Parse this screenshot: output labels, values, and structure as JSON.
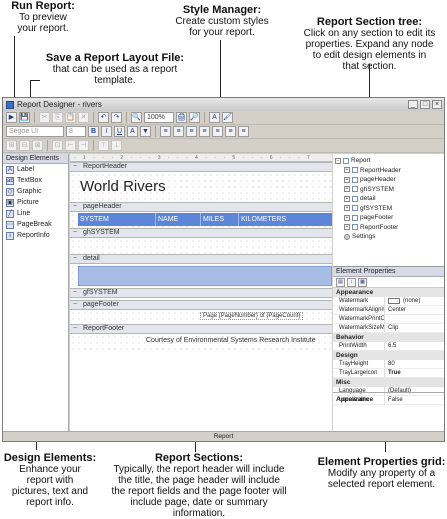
{
  "callouts": {
    "run_report": {
      "title": "Run Report:",
      "lines": [
        "To preview",
        "your report."
      ]
    },
    "style_manager": {
      "title": "Style Manager:",
      "lines": [
        "Create custom styles",
        "for your report."
      ]
    },
    "report_section_tree": {
      "title": "Report Section tree:",
      "lines": [
        "Click on any section to edit its",
        "properties.  Expand any node",
        "to edit design elements in",
        "that section."
      ]
    },
    "save_layout": {
      "title": "Save a Report Layout File:",
      "lines": [
        "that can be used as a report",
        "template."
      ]
    },
    "design_elements": {
      "title": "Design Elements:",
      "lines": [
        "Enhance your",
        "report with",
        "pictures, text and",
        "report info."
      ]
    },
    "report_sections": {
      "title": "Report Sections:",
      "lines": [
        "Typically, the report header will include",
        "the title, the page header will include",
        "the report fields and the page footer will",
        "include page, date or summary",
        "information."
      ]
    },
    "element_properties": {
      "title": "Element Properties grid:",
      "lines": [
        "Modify any property of a",
        "selected report element."
      ]
    }
  },
  "window": {
    "title": "Report Designer - rivers",
    "controls": [
      "_",
      "□",
      "×"
    ],
    "zoom": "100%",
    "font_name": "Segoe UI",
    "font_size": "8"
  },
  "toolbar": {
    "row1": [
      "▶",
      "💾",
      "✂",
      "⎘",
      "📋",
      "✕",
      "↶",
      "↷",
      "🔍",
      "🖨",
      "🔎",
      "A",
      "🖌"
    ],
    "row2": [
      "B",
      "I",
      "U",
      "A",
      "▼",
      "≡",
      "≡",
      "≡",
      "≡",
      "≡",
      "≡",
      "≡"
    ],
    "row3": [
      "⊞",
      "⊟",
      "⊠",
      "⊡",
      "⊢",
      "⊣",
      "⊤",
      "⊥"
    ]
  },
  "design_elements": {
    "header": "Design Elements",
    "items": [
      {
        "label": "Label",
        "icon": "A"
      },
      {
        "label": "TextBox",
        "icon": "ab"
      },
      {
        "label": "Graphic",
        "icon": "◇"
      },
      {
        "label": "Picture",
        "icon": "▣"
      },
      {
        "label": "Line",
        "icon": "╱"
      },
      {
        "label": "PageBreak",
        "icon": "⋯"
      },
      {
        "label": "ReportInfo",
        "icon": "i"
      }
    ]
  },
  "designer": {
    "ruler": "· 1 · · · 2 · · · 3 · · · 4 · · · 5 · · · 6 · · · 7",
    "bands": {
      "report_header": "ReportHeader",
      "page_header": "pageHeader",
      "gh_system": "ghSYSTEM",
      "detail": "detail",
      "gf_system": "gfSYSTEM",
      "page_footer": "pageFooter",
      "report_footer": "ReportFooter"
    },
    "report_title": "World Rivers",
    "columns": [
      "SYSTEM",
      "NAME",
      "MILES",
      "KILOMETERS"
    ],
    "page_expression": "Page {PageNumber} of {PageCount}",
    "footer_text": "Courtesy of Environmental Systems Research Institute"
  },
  "tree": {
    "root": "Report",
    "children": [
      "ReportHeader",
      "pageHeader",
      "ghSYSTEM",
      "detail",
      "gfSYSTEM",
      "pageFooter",
      "ReportFooter"
    ],
    "settings": "Settings"
  },
  "properties": {
    "header": "Element Properties",
    "categories": [
      {
        "name": "Appearance",
        "rows": [
          {
            "name": "Watermark",
            "value": "(none)",
            "swatch": true
          },
          {
            "name": "WatermarkAlignm",
            "value": "Center"
          },
          {
            "name": "WatermarkPrintO",
            "value": ""
          },
          {
            "name": "WatermarkSizeM",
            "value": "Clip"
          }
        ]
      },
      {
        "name": "Behavior",
        "rows": [
          {
            "name": "PrintWidth",
            "value": "6.5"
          }
        ]
      },
      {
        "name": "Design",
        "rows": [
          {
            "name": "TrayHeight",
            "value": "80"
          },
          {
            "name": "TrayLargeIcon",
            "value": "True",
            "bold": true
          }
        ]
      },
      {
        "name": "Misc",
        "rows": [
          {
            "name": "Language",
            "value": "(Default)"
          },
          {
            "name": "Localizable",
            "value": "False"
          }
        ]
      }
    ],
    "description_title": "Appearance"
  },
  "status": {
    "text": "Report"
  },
  "colors": {
    "field_header": "#5e86d8",
    "detail_fill": "#a7bde6",
    "band": "#e2e5ec"
  }
}
